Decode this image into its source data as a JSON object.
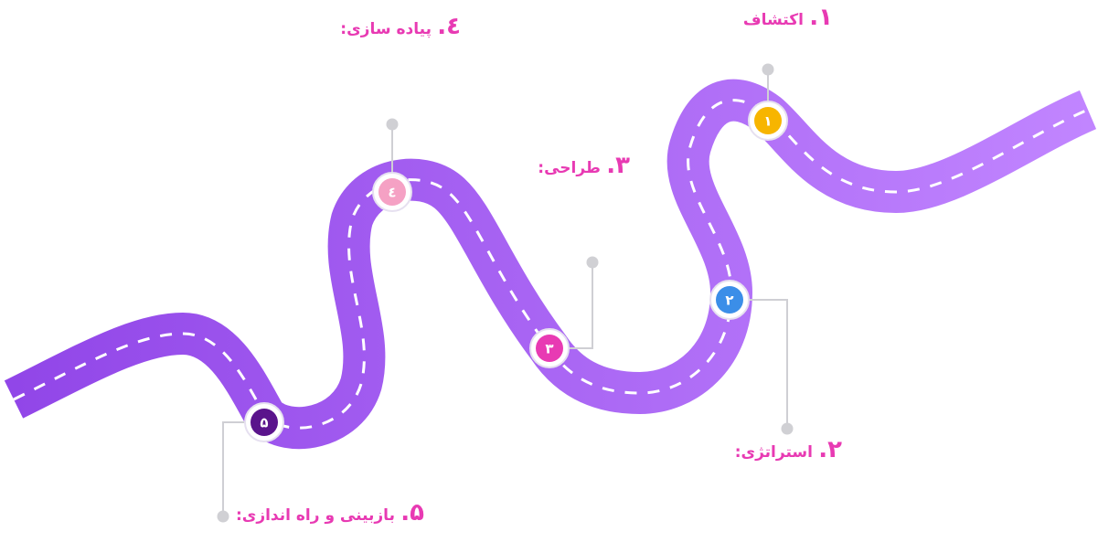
{
  "diagram": {
    "colors": {
      "road_start": "#9146e8",
      "road_end": "#c185ff",
      "road_dash": "#ffffff",
      "label_color": "#e83ab3",
      "connector": "#cfcfd4",
      "connector_dot": "#d0d0d4"
    },
    "steps": [
      {
        "marker": "۱",
        "number": "۱.",
        "title": "اکتشاف",
        "marker_color": "#f7b500"
      },
      {
        "marker": "۲",
        "number": "۲.",
        "title": "استراتژی:",
        "marker_color": "#3b8ee8"
      },
      {
        "marker": "۳",
        "number": "۳.",
        "title": "طراحی:",
        "marker_color": "#e83ab3"
      },
      {
        "marker": "٤",
        "number": "٤.",
        "title": "پیاده سازی:",
        "marker_color": "#f5a1c4"
      },
      {
        "marker": "۵",
        "number": "۵.",
        "title": "بازبینی و راه اندازی:",
        "marker_color": "#5a148c"
      }
    ]
  }
}
